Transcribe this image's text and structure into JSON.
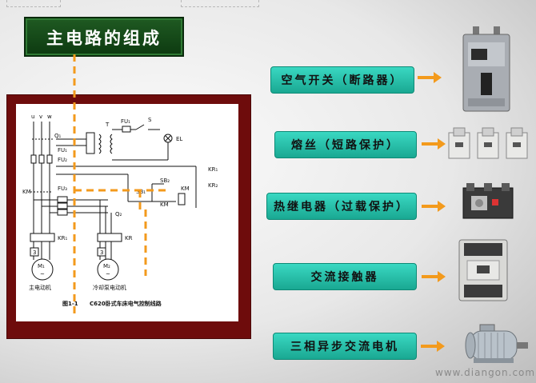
{
  "title": "主电路的组成",
  "diagram": {
    "caption_num": "图1-1",
    "caption_text": "C620卧式车床电气控制线路",
    "labels": {
      "u": "u",
      "v": "v",
      "w": "w",
      "q1": "Q₁",
      "fu1": "FU₁",
      "fu2": "FU₂",
      "fu3": "FU₃",
      "t": "T",
      "s": "S",
      "el": "EL",
      "kr1": "KR₁",
      "kr2": "KR₂",
      "sb1": "SB₁",
      "sb2": "SB₂",
      "km": "KM",
      "q2": "Q₂",
      "three": "3",
      "kr": "KR",
      "m1": "M₁",
      "m2": "M₂",
      "tilde1": "~",
      "tilde2": "~",
      "motor1_label": "主电动机",
      "motor2_label": "冷却泵电动机"
    }
  },
  "components": [
    {
      "name": "air-switch",
      "label": "空气开关（断路器）"
    },
    {
      "name": "fuse",
      "label": "熔丝（短路保护）"
    },
    {
      "name": "thermal-relay",
      "label": "热继电器（过载保护）"
    },
    {
      "name": "ac-contactor",
      "label": "交流接触器"
    },
    {
      "name": "three-phase-motor",
      "label": "三相异步交流电机"
    }
  ],
  "colors": {
    "accent_arrow": "#f39a1c",
    "label_bg": "#26c0a8",
    "frame": "#6e0c0c",
    "title_bg": "#1b4d1e"
  },
  "watermark": "www.diangon.com"
}
